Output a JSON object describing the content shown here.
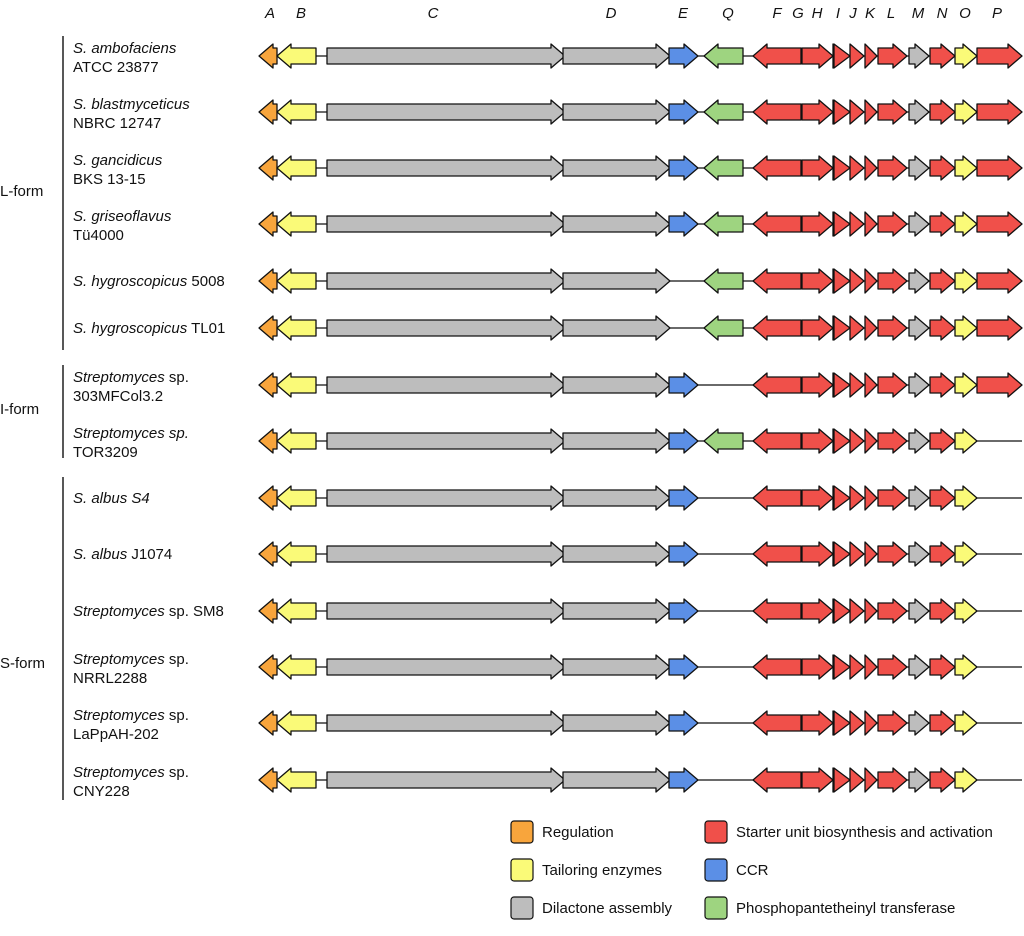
{
  "gene_letters": [
    "A",
    "B",
    "C",
    "D",
    "E",
    "Q",
    "F",
    "G",
    "H",
    "I",
    "J",
    "K",
    "L",
    "M",
    "N",
    "O",
    "P"
  ],
  "categories": {
    "regulation": {
      "label": "Regulation",
      "color": "#f8a53c"
    },
    "tailoring": {
      "label": "Tailoring enzymes",
      "color": "#fafa78"
    },
    "dilactone": {
      "label": "Dilactone assembly",
      "color": "#bdbdbd"
    },
    "starter": {
      "label": "Starter unit biosynthesis and activation",
      "color": "#f0504a"
    },
    "ccr": {
      "label": "CCR",
      "color": "#5b8fe6"
    },
    "ppt": {
      "label": "Phosphopantetheinyl transferase",
      "color": "#9ed480"
    }
  },
  "gene_category": {
    "A": "regulation",
    "B": "tailoring",
    "C": "dilactone",
    "D": "dilactone",
    "E": "ccr",
    "Q": "ppt",
    "F": "starter",
    "G": "starter",
    "H": "starter",
    "I": "starter",
    "J": "starter",
    "K": "starter",
    "L": "starter",
    "M": "dilactone",
    "N": "starter",
    "O": "tailoring",
    "P": "starter"
  },
  "forms": [
    {
      "label": "L-form"
    },
    {
      "label": "I-form"
    },
    {
      "label": "S-form"
    }
  ],
  "strains": [
    {
      "lines": [
        {
          "italic": "S. ambofaciens",
          "plain": ""
        },
        {
          "italic": "",
          "plain": "ATCC 23877"
        }
      ],
      "absent": []
    },
    {
      "lines": [
        {
          "italic": "S. blastmyceticus",
          "plain": ""
        },
        {
          "italic": "",
          "plain": "NBRC 12747"
        }
      ],
      "absent": []
    },
    {
      "lines": [
        {
          "italic": "S. gancidicus",
          "plain": ""
        },
        {
          "italic": "",
          "plain": "BKS 13-15"
        }
      ],
      "absent": []
    },
    {
      "lines": [
        {
          "italic": "S. griseoflavus",
          "plain": ""
        },
        {
          "italic": "",
          "plain": "Tü4000"
        }
      ],
      "absent": []
    },
    {
      "lines": [
        {
          "italic": "S. hygroscopicus",
          "plain": " 5008"
        }
      ],
      "absent": [
        "E"
      ]
    },
    {
      "lines": [
        {
          "italic": "S. hygroscopicus",
          "plain": " TL01"
        }
      ],
      "absent": [
        "E"
      ]
    },
    {
      "lines": [
        {
          "italic": "Streptomyces",
          "plain": " sp."
        },
        {
          "italic": "",
          "plain": "303MFCol3.2"
        }
      ],
      "absent": [
        "Q"
      ]
    },
    {
      "lines": [
        {
          "italic": "Streptomyces sp.",
          "plain": ""
        },
        {
          "italic": "",
          "plain": "TOR3209"
        }
      ],
      "absent": [
        "P"
      ]
    },
    {
      "lines": [
        {
          "italic": "S. albus S4",
          "plain": ""
        }
      ],
      "absent": [
        "Q",
        "P"
      ]
    },
    {
      "lines": [
        {
          "italic": "S. albus",
          "plain": " J1074"
        }
      ],
      "absent": [
        "Q",
        "P"
      ]
    },
    {
      "lines": [
        {
          "italic": "Streptomyces",
          "plain": " sp. SM8"
        }
      ],
      "absent": [
        "Q",
        "P"
      ]
    },
    {
      "lines": [
        {
          "italic": "Streptomyces",
          "plain": " sp."
        },
        {
          "italic": "",
          "plain": "NRRL2288"
        }
      ],
      "absent": [
        "Q",
        "P"
      ]
    },
    {
      "lines": [
        {
          "italic": "Streptomyces",
          "plain": " sp."
        },
        {
          "italic": "",
          "plain": "LaPpAH-202"
        }
      ],
      "absent": [
        "Q",
        "P"
      ]
    },
    {
      "lines": [
        {
          "italic": "Streptomyces",
          "plain": " sp."
        },
        {
          "italic": "",
          "plain": "CNY228"
        }
      ],
      "absent": [
        "Q",
        "P"
      ]
    }
  ],
  "legend_order": [
    "regulation",
    "tailoring",
    "dilactone",
    "starter",
    "ccr",
    "ppt"
  ]
}
